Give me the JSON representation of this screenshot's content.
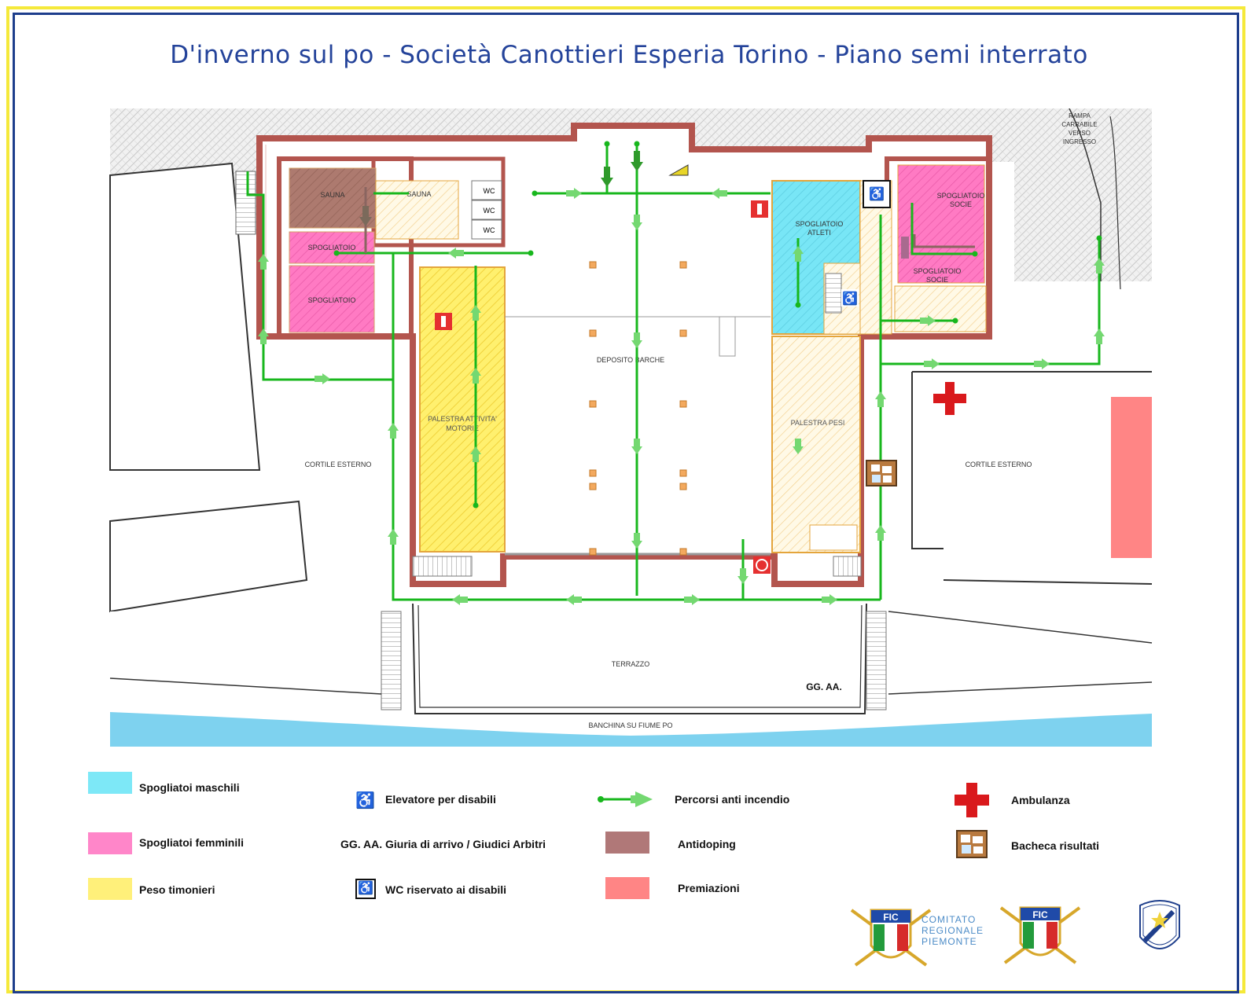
{
  "title": "D'inverno sul po - Società Canottieri Esperia Torino - Piano semi interrato",
  "plan_labels": {
    "sauna": "SAUNA",
    "spogliatoio": "SPOGLIATOIO",
    "wc": "WC",
    "spogliatoio_atleti_1": "SPOGLIATOIO",
    "spogliatoio_atleti_2": "ATLETI",
    "spogliatoio_socie_1": "SPOGLIATOIO",
    "spogliatoio_socie_2": "SOCIE",
    "deposito_barche": "DEPOSITO BARCHE",
    "palestra_attivita_1": "PALESTRA ATTIVITA'",
    "palestra_attivita_2": "MOTORIE",
    "palestra_pesi": "PALESTRA PESI",
    "cortile_esterno": "CORTILE ESTERNO",
    "terrazzo": "TERRAZZO",
    "gg_aa": "GG. AA.",
    "banchina": "BANCHINA SU FIUME PO",
    "rampa_1": "RAMPA",
    "rampa_2": "CARRABILE",
    "rampa_3": "VERSO",
    "rampa_4": "INGRESSO"
  },
  "legend": {
    "spogliatoi_maschili": "Spogliatoi maschili",
    "spogliatoi_femminili": "Spogliatoi femminili",
    "peso_timonieri": "Peso timonieri",
    "elevatore": "Elevatore per disabili",
    "gg_aa_abbr": "GG. AA.",
    "giuria": "Giuria di arrivo / Giudici Arbitri",
    "wc_disabili": "WC riservato ai disabili",
    "percorsi": "Percorsi anti incendio",
    "antidoping": "Antidoping",
    "premiazioni": "Premiazioni",
    "ambulanza": "Ambulanza",
    "bacheca": "Bacheca risultati"
  },
  "logo_text": {
    "fic": "FIC",
    "comitato_1": "COMITATO",
    "comitato_2": "REGIONALE",
    "comitato_3": "PIEMONTE"
  },
  "colors": {
    "maschili": "#7de8f7",
    "femminili": "#ff86c9",
    "timonieri": "#fff07a",
    "antidoping": "#b07878",
    "premiazioni": "#ff8585",
    "route": "#18b71d",
    "wall": "#b3554e",
    "ambulance": "#d9191c",
    "water": "#7ed2ef",
    "title": "#24439a"
  }
}
